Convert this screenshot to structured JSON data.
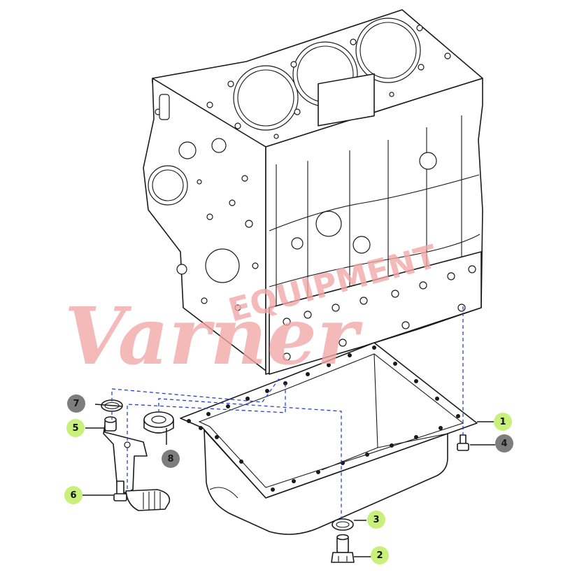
{
  "watermark": {
    "script": "Varner",
    "block": "EQUIPMENT",
    "color": "#f2a6a6"
  },
  "colors": {
    "line": "#1a1a1a",
    "leader_dash": "#2b3fd8",
    "callout_green": "#c8f07a",
    "callout_gray": "#7d7d7d"
  },
  "callouts": [
    {
      "id": "1",
      "label": "1",
      "style": "green"
    },
    {
      "id": "2",
      "label": "2",
      "style": "green"
    },
    {
      "id": "3",
      "label": "3",
      "style": "green"
    },
    {
      "id": "4",
      "label": "4",
      "style": "gray"
    },
    {
      "id": "5",
      "label": "5",
      "style": "green"
    },
    {
      "id": "6",
      "label": "6",
      "style": "green"
    },
    {
      "id": "7",
      "label": "7",
      "style": "gray"
    },
    {
      "id": "8",
      "label": "8",
      "style": "gray"
    }
  ]
}
